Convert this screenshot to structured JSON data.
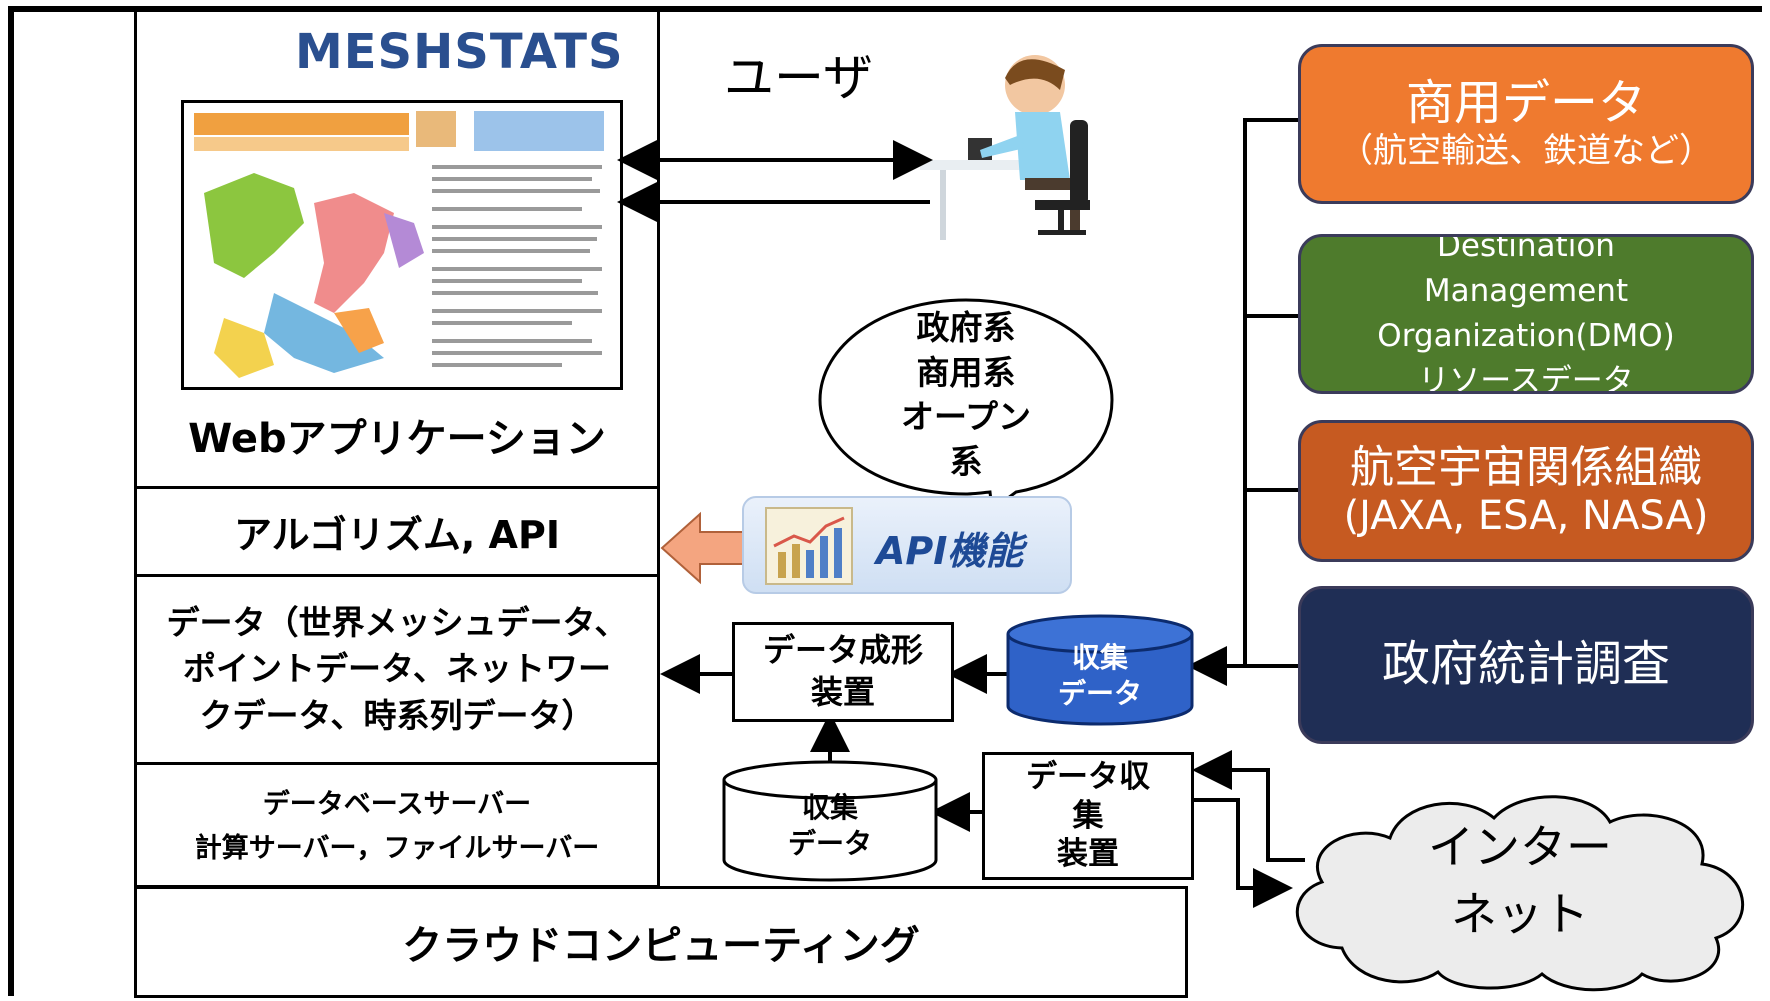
{
  "title": "MESHSTATS",
  "user_label": "ユーザ",
  "webapp_label": "Webアプリケーション",
  "layers": {
    "algorithm": "アルゴリズム, API",
    "data_lines": [
      "データ（世界メッシュデータ、",
      "ポイントデータ、ネットワー",
      "クデータ、時系列データ）"
    ],
    "server_lines": [
      "データベースサーバー",
      "計算サーバー，ファイルサーバー"
    ],
    "cloud": "クラウドコンピューティング"
  },
  "bubble_lines": [
    "政府系",
    "商用系",
    "オープン",
    "系"
  ],
  "api_label": "API機能",
  "shaping_lines": [
    "データ成形",
    "装置"
  ],
  "collected_top_lines": [
    "収集",
    "データ"
  ],
  "collected_bottom_lines": [
    "収集",
    "データ"
  ],
  "collector_lines": [
    "データ収",
    "集",
    "装置"
  ],
  "internet_lines": [
    "インター",
    "ネット"
  ],
  "sources": {
    "commercial": {
      "main": "商用データ",
      "sub": "（航空輸送、鉄道など）",
      "color": "#ef7a2f"
    },
    "dmo": {
      "lines": [
        "Destination",
        "Management",
        "Organization(DMO)",
        "リソースデータ"
      ],
      "color": "#4e7b2c"
    },
    "aerospace": {
      "main": "航空宇宙関係組織",
      "sub": "(JAXA, ESA, NASA)",
      "color": "#c65a21"
    },
    "government": {
      "main": "政府統計調査",
      "color": "#1f2e55"
    }
  }
}
